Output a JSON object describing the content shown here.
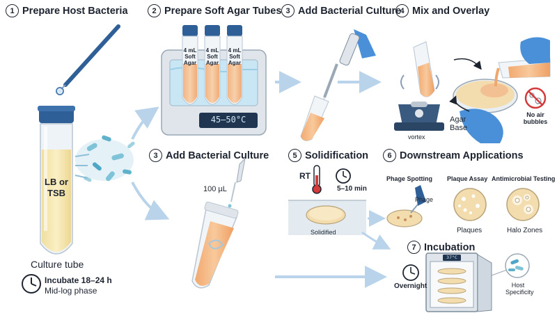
{
  "steps": {
    "s1": {
      "num": "1",
      "title": "Prepare Host Bacteria"
    },
    "s2": {
      "num": "2",
      "title": "Prepare Soft Agar Tubes"
    },
    "s3a": {
      "num": "3",
      "title": "Add Bacterial Culture"
    },
    "s4": {
      "num": "4",
      "title": "Mix and Overlay"
    },
    "s3b": {
      "num": "3",
      "title": "Add Bacterial Culture"
    },
    "s5": {
      "num": "5",
      "title": "Solidification"
    },
    "s6": {
      "num": "6",
      "title": "Downstream Applications"
    },
    "s7": {
      "num": "7",
      "title": "Incubation"
    }
  },
  "host": {
    "tube_label_line1": "LB or",
    "tube_label_line2": "TSB",
    "caption": "Culture tube",
    "incubate_bold": "Incubate 18–24 h",
    "incubate_sub": "Mid-log phase"
  },
  "soft_agar": {
    "tube_label_line1": "4 mL",
    "tube_label_line2": "Soft",
    "tube_label_line3": "Agar",
    "bath_display": "45–50°C"
  },
  "mix": {
    "vortex": "vortex",
    "agar_base_line1": "Agar",
    "agar_base_line2": "Base",
    "no_bubbles_line1": "No air",
    "no_bubbles_line2": "bubbles"
  },
  "add_culture": {
    "volume": "100 µL"
  },
  "solidification": {
    "rt": "RT",
    "time": "5–10 min",
    "plate_label": "Solidified"
  },
  "applications": {
    "spotting": "Phage Spotting",
    "phage": "Phage",
    "plaque_assay": "Plaque Assay",
    "plaques": "Plaques",
    "antimicrobial": "Antimicrobial Testing",
    "halo": "Halo Zones"
  },
  "incubation": {
    "overnight": "Overnight",
    "display": "37°C",
    "host_line1": "Host",
    "host_line2": "Specificity"
  },
  "colors": {
    "tube_cap": "#2f5f97",
    "medium": "#f6e6a8",
    "culture": "#f4b98a",
    "agar": "#f3e0b5",
    "glove": "#4a90d9",
    "arrow": "#b9d3ea",
    "bacteria": "#7ec3d8"
  }
}
